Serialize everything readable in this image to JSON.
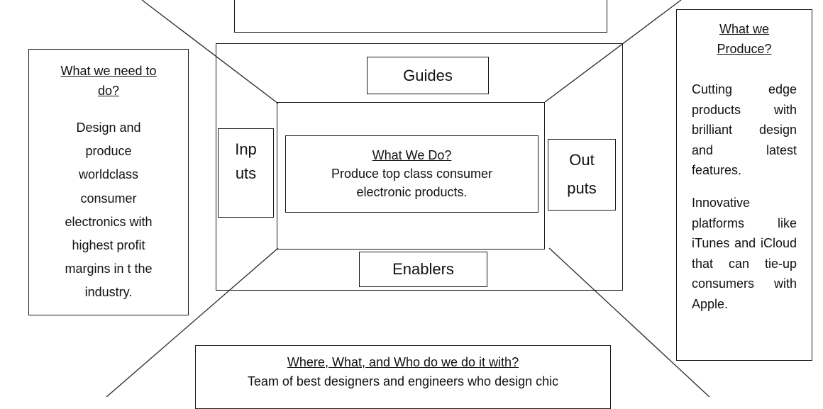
{
  "left_box": {
    "title_line1": "What we need to",
    "title_line2": "do?",
    "body": [
      "Design and",
      "produce",
      "worldclass",
      "consumer",
      "electronics with",
      "highest profit",
      "margins in t the",
      "industry."
    ]
  },
  "right_box": {
    "title_line1": "What we",
    "title_line2": "Produce?",
    "para1": "Cutting edge products with brilliant design and latest features.",
    "para2": "Innovative platforms like iTunes and iCloud that can tie-up consumers with Apple."
  },
  "center": {
    "guides": "Guides",
    "enablers": "Enablers",
    "inputs_line1": "Inp",
    "inputs_line2": "uts",
    "outputs_line1": "Out",
    "outputs_line2": "puts",
    "core_title": "What We Do?",
    "core_line1": "Produce top class consumer",
    "core_line2": "electronic products."
  },
  "bottom_box": {
    "title": "Where, What, and Who do we do it with?",
    "line1": "Team of best designers and engineers who design chic"
  }
}
